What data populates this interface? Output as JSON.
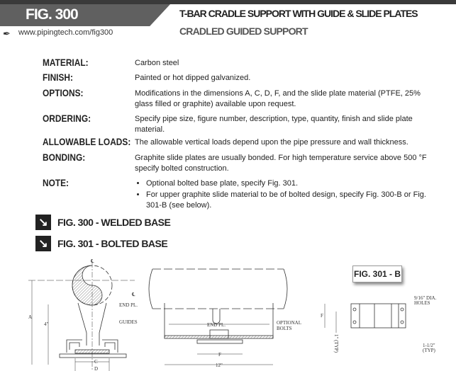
{
  "header": {
    "fig": "FIG. 300",
    "title": "T-BAR CRADLE SUPPORT WITH GUIDE & SLIDE PLATES",
    "subtitle": "CRADLED GUIDED SUPPORT",
    "url": "www.pipingtech.com/fig300"
  },
  "specs": [
    {
      "label": "MATERIAL:",
      "value": "Carbon steel"
    },
    {
      "label": "FINISH:",
      "value": "Painted or hot dipped galvanized."
    },
    {
      "label": "OPTIONS:",
      "value": "Modifications in the dimensions A, C, D, F, and the slide plate material (PTFE, 25% glass filled or graphite) available upon request."
    },
    {
      "label": "ORDERING:",
      "value": "Specify pipe size, figure number, description, type, quantity, finish and slide plate material."
    },
    {
      "label": "ALLOWABLE LOADS:",
      "value": "The allowable vertical loads depend upon the pipe pressure and wall thickness."
    },
    {
      "label": "BONDING:",
      "value": "Graphite slide plates are usually bonded.  For high temperature service above 500 °F specify bolted construction."
    },
    {
      "label": "NOTE:",
      "notes": [
        "Optional bolted base plate, specify Fig. 301.",
        "For upper graphite slide material to be of bolted design, specify Fig. 300-B or Fig. 301-B (see below)."
      ]
    }
  ],
  "figures": [
    {
      "label": "FIG. 300 - WELDED BASE"
    },
    {
      "label": "FIG. 301 - BOLTED BASE"
    }
  ],
  "fig301b": "FIG. 301 - B",
  "drawing": {
    "cl": "℄",
    "end_pl": "END PL.",
    "guides": "GUIDES",
    "a": "A",
    "four": "4\"",
    "c": "C",
    "d": "D",
    "f": "F",
    "twelve": "12\"",
    "optional_bolts_1": "OPTIONAL",
    "optional_bolts_2": "BOLTS",
    "holes_1": "9/16\" DIA.",
    "holes_2": "HOLES",
    "typ1": "1\" (TYP)",
    "typ2_1": "1-1/2\"",
    "typ2_2": "(TYP)"
  }
}
